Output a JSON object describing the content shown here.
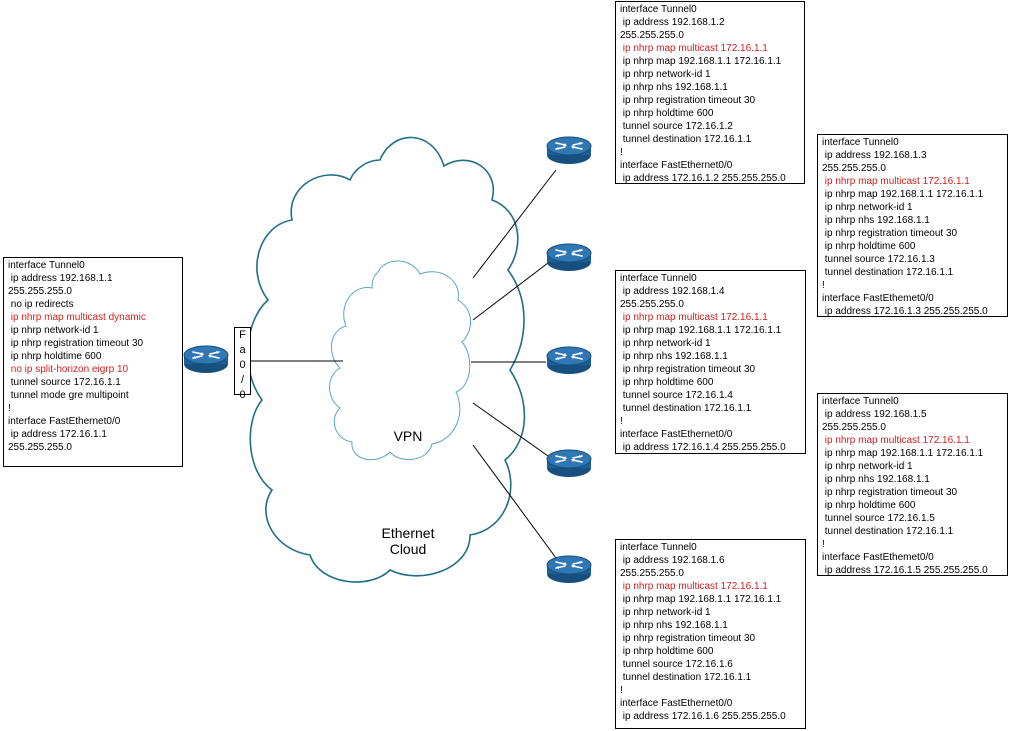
{
  "colors": {
    "highlight": "#d01f1f",
    "router_body": "#1f5f9a",
    "outer_cloud": "#1f6f86",
    "inner_cloud": "#5aa7c2"
  },
  "labels": {
    "vpn": "VPN",
    "ethernet_cloud_line1": "Ethernet",
    "ethernet_cloud_line2": "Cloud",
    "port_chars": [
      "F",
      "a",
      "0",
      "/",
      "0"
    ]
  },
  "hub_config": [
    {
      "text": "interface Tunnel0",
      "hl": false
    },
    {
      "text": " ip address 192.168.1.1",
      "hl": false
    },
    {
      "text": "255.255.255.0",
      "hl": false
    },
    {
      "text": " no ip redirects",
      "hl": false
    },
    {
      "text": " ip nhrp map multicast dynamic",
      "hl": true
    },
    {
      "text": " ip nhrp network-id 1",
      "hl": false
    },
    {
      "text": " ip nhrp registration timeout 30",
      "hl": false
    },
    {
      "text": " ip nhrp holdtime 600",
      "hl": false
    },
    {
      "text": " no ip split-horizon eigrp 10",
      "hl": true
    },
    {
      "text": " tunnel source 172.16.1.1",
      "hl": false
    },
    {
      "text": " tunnel mode gre multipoint",
      "hl": false
    },
    {
      "text": "!",
      "hl": false
    },
    {
      "text": "interface FastEthernet0/0",
      "hl": false
    },
    {
      "text": " ip address 172.16.1.1",
      "hl": false
    },
    {
      "text": "255.255.255.0",
      "hl": false
    }
  ],
  "spoke_configs": [
    {
      "id": "spoke-192-168-1-2",
      "lines": [
        {
          "text": "interface Tunnel0",
          "hl": false
        },
        {
          "text": " ip address 192.168.1.2",
          "hl": false
        },
        {
          "text": "255.255.255.0",
          "hl": false
        },
        {
          "text": " ip nhrp map multicast 172.16.1.1",
          "hl": true
        },
        {
          "text": " ip nhrp map 192.168.1.1 172.16.1.1",
          "hl": false
        },
        {
          "text": " ip nhrp network-id 1",
          "hl": false
        },
        {
          "text": " ip nhrp nhs 192.168.1.1",
          "hl": false
        },
        {
          "text": " ip nhrp registration timeout 30",
          "hl": false
        },
        {
          "text": " ip nhrp holdtime 600",
          "hl": false
        },
        {
          "text": " tunnel source 172.16.1.2",
          "hl": false
        },
        {
          "text": " tunnel destination 172.16.1.1",
          "hl": false
        },
        {
          "text": "!",
          "hl": false
        },
        {
          "text": "interface FastEthernet0/0",
          "hl": false
        },
        {
          "text": " ip address 172.16.1.2 255.255.255.0",
          "hl": false
        }
      ]
    },
    {
      "id": "spoke-192-168-1-3",
      "lines": [
        {
          "text": "interface Tunnel0",
          "hl": false
        },
        {
          "text": " ip address 192.168.1.3",
          "hl": false
        },
        {
          "text": "255.255.255.0",
          "hl": false
        },
        {
          "text": " ip nhrp map multicast 172.16.1.1",
          "hl": true
        },
        {
          "text": " ip nhrp map 192.168.1.1 172.16.1.1",
          "hl": false
        },
        {
          "text": " ip nhrp network-id 1",
          "hl": false
        },
        {
          "text": " ip nhrp nhs 192.168.1.1",
          "hl": false
        },
        {
          "text": " ip nhrp registration timeout 30",
          "hl": false
        },
        {
          "text": " ip nhrp holdtime 600",
          "hl": false
        },
        {
          "text": " tunnel source 172.16.1.3",
          "hl": false
        },
        {
          "text": " tunnel destination 172.16.1.1",
          "hl": false
        },
        {
          "text": "!",
          "hl": false
        },
        {
          "text": "interface FastEthemet0/0",
          "hl": false
        },
        {
          "text": " ip address 172.16.1.3 255.255.255.0",
          "hl": false
        }
      ]
    },
    {
      "id": "spoke-192-168-1-4",
      "lines": [
        {
          "text": "interface Tunnel0",
          "hl": false
        },
        {
          "text": " ip address 192.168.1.4",
          "hl": false
        },
        {
          "text": "255.255.255.0",
          "hl": false
        },
        {
          "text": " ip nhrp map multicast 172.16.1.1",
          "hl": true
        },
        {
          "text": " ip nhrp map 192.168.1.1 172.16.1.1",
          "hl": false
        },
        {
          "text": " ip nhrp network-id 1",
          "hl": false
        },
        {
          "text": " ip nhrp nhs 192.168.1.1",
          "hl": false
        },
        {
          "text": " ip nhrp registration timeout 30",
          "hl": false
        },
        {
          "text": " ip nhrp holdtime 600",
          "hl": false
        },
        {
          "text": " tunnel source 172.16.1.4",
          "hl": false
        },
        {
          "text": " tunnel destination 172.16.1.1",
          "hl": false
        },
        {
          "text": "!",
          "hl": false
        },
        {
          "text": "interface FastEthernet0/0",
          "hl": false
        },
        {
          "text": " ip address 172.16.1.4 255.255.255.0",
          "hl": false
        }
      ]
    },
    {
      "id": "spoke-192-168-1-5",
      "lines": [
        {
          "text": "interface Tunnel0",
          "hl": false
        },
        {
          "text": " ip address 192.168.1.5",
          "hl": false
        },
        {
          "text": "255.255.255.0",
          "hl": false
        },
        {
          "text": " ip nhrp map multicast 172.16.1.1",
          "hl": true
        },
        {
          "text": " ip nhrp map 192.168.1.1 172.16.1.1",
          "hl": false
        },
        {
          "text": " ip nhrp network-id 1",
          "hl": false
        },
        {
          "text": " ip nhrp nhs 192.168.1.1",
          "hl": false
        },
        {
          "text": " ip nhrp registration timeout 30",
          "hl": false
        },
        {
          "text": " ip nhrp holdtime 600",
          "hl": false
        },
        {
          "text": " tunnel source 172.16.1.5",
          "hl": false
        },
        {
          "text": " tunnel destination 172.16.1.1",
          "hl": false
        },
        {
          "text": "!",
          "hl": false
        },
        {
          "text": "interface FastEthemet0/0",
          "hl": false
        },
        {
          "text": " ip address 172.16.1.5 255.255.255.0",
          "hl": false
        }
      ]
    },
    {
      "id": "spoke-192-168-1-6",
      "lines": [
        {
          "text": "interface Tunnel0",
          "hl": false
        },
        {
          "text": " ip address 192.168.1.6",
          "hl": false
        },
        {
          "text": "255.255.255.0",
          "hl": false
        },
        {
          "text": " ip nhrp map multicast 172.16.1.1",
          "hl": true
        },
        {
          "text": " ip nhrp map 192.168.1.1 172.16.1.1",
          "hl": false
        },
        {
          "text": " ip nhrp network-id 1",
          "hl": false
        },
        {
          "text": " ip nhrp nhs 192.168.1.1",
          "hl": false
        },
        {
          "text": " ip nhrp registration timeout 30",
          "hl": false
        },
        {
          "text": " ip nhrp holdtime 600",
          "hl": false
        },
        {
          "text": " tunnel source 172.16.1.6",
          "hl": false
        },
        {
          "text": " tunnel destination 172.16.1.1",
          "hl": false
        },
        {
          "text": "!",
          "hl": false
        },
        {
          "text": "interface FastEthernet0/0",
          "hl": false
        },
        {
          "text": " ip address 172.16.1.6 255.255.255.0",
          "hl": false
        }
      ]
    }
  ]
}
